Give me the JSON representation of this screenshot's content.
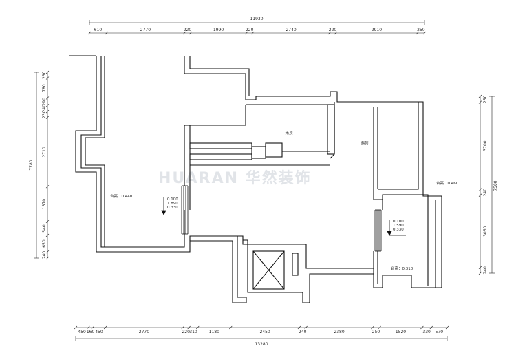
{
  "watermark": "HUARAN 华然装饰",
  "dimensions": {
    "top_total": "11930",
    "top_segments": [
      "610",
      "2770",
      "220",
      "1990",
      "220",
      "2740",
      "220",
      "2910",
      "250"
    ],
    "bottom_segments": [
      "450",
      "160",
      "450",
      "2770",
      "220",
      "310",
      "1180",
      "2450",
      "240",
      "2380",
      "250",
      "1520",
      "330",
      "570"
    ],
    "bottom_total": "13280",
    "left_total": "7780",
    "left_segments": [
      "230",
      "780",
      "290",
      "240",
      "230",
      "2710",
      "1370",
      "540",
      "650",
      "240"
    ],
    "right_total": "7500",
    "right_segments": [
      "250",
      "3700",
      "240",
      "3060",
      "240"
    ]
  },
  "rooms": {
    "room_a": "无顶",
    "room_b": "斜顶"
  },
  "heights": {
    "left_platform": "台高：0.440",
    "right_platform_upper": "台高：0.460",
    "right_platform_lower": "台高：0.310"
  },
  "window_specs": {
    "left": [
      "0.100",
      "1.890",
      "0.330"
    ],
    "right": [
      "0.100",
      "1.590",
      "0.330"
    ]
  }
}
